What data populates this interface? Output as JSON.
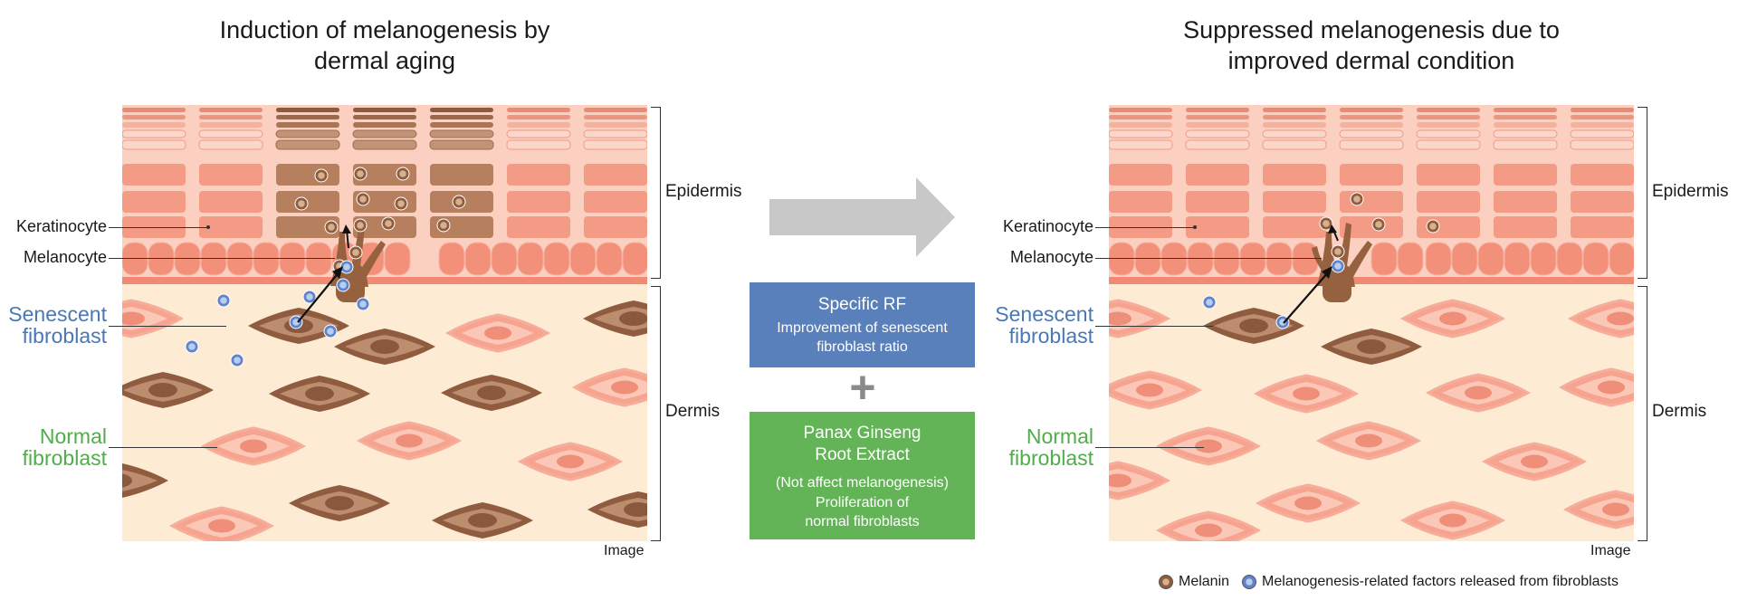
{
  "left_panel": {
    "title": "Induction of melanogenesis by dermal aging",
    "label_keratinocyte": "Keratinocyte",
    "label_melanocyte": "Melanocyte",
    "label_senescent": "Senescent fibroblast",
    "label_normal": "Normal fibroblast",
    "label_epidermis": "Epidermis",
    "label_dermis": "Dermis",
    "image_label": "Image"
  },
  "right_panel": {
    "title": "Suppressed melanogenesis due to improved dermal condition",
    "label_keratinocyte": "Keratinocyte",
    "label_melanocyte": "Melanocyte",
    "label_senescent": "Senescent fibroblast",
    "label_normal": "Normal fibroblast",
    "label_epidermis": "Epidermis",
    "label_dermis": "Dermis",
    "image_label": "Image"
  },
  "middle": {
    "box1_title": "Specific RF",
    "box1_text": "Improvement of senescent fibroblast ratio",
    "plus": "+",
    "box2_title": "Panax Ginseng Root Extract",
    "box2_note": "(Not affect melanogenesis)",
    "box2_text": "Proliferation of normal fibroblasts"
  },
  "legend": {
    "melanin": "Melanin",
    "factors": "Melanogenesis-related factors released from fibroblasts"
  },
  "colors": {
    "epidermis_bg": "#f7b9a5",
    "keratinocyte": "#f39b85",
    "dermis_bg": "#fdecd6",
    "normal_fibroblast": "#f6a48f",
    "senescent_fibroblast": "#a77556",
    "melanin": "#9e6b47",
    "factor": "#6f93d6",
    "box_blue": "#5a80bb",
    "box_green": "#63b457",
    "arrow_gray": "#c8c8c8"
  }
}
